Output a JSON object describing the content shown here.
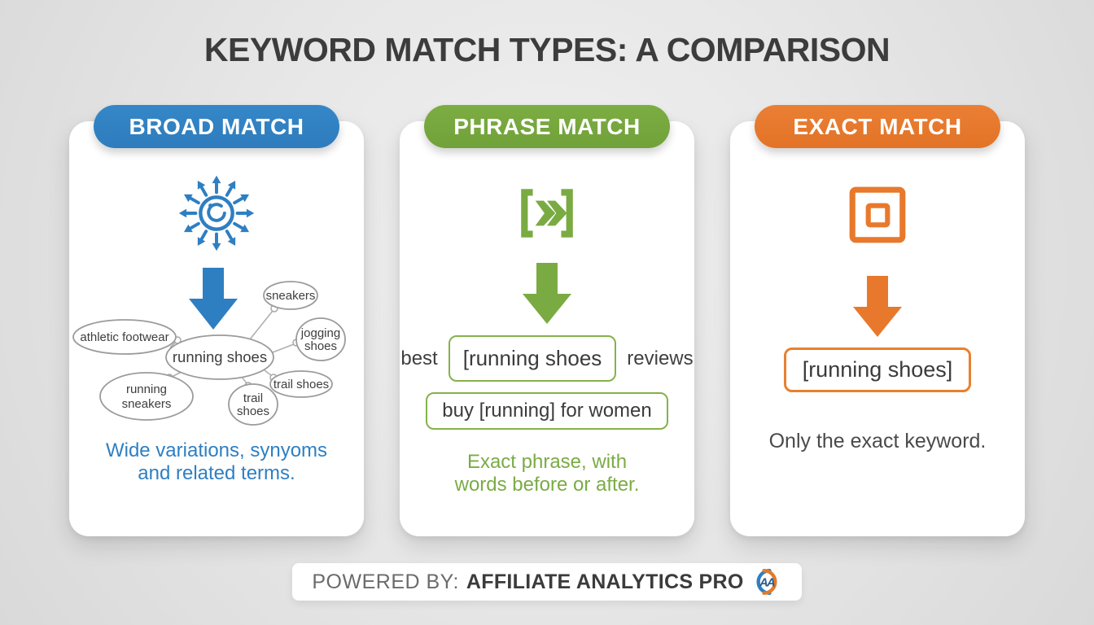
{
  "title": "KEYWORD MATCH TYPES: A COMPARISON",
  "colors": {
    "broad_blue": "#2e80c3",
    "phrase_green": "#77a93e",
    "exact_orange": "#e8792c"
  },
  "cards": {
    "broad": {
      "label": "BROAD MATCH",
      "icon": "radiating-arrows-icon",
      "bubbles": {
        "center": "running shoes",
        "athletic": "athletic footwear",
        "sneakers": "sneakers",
        "jogging": [
          "jogging",
          "shoes"
        ],
        "trail_right": "trail shoes",
        "trail_bottom": [
          "trail",
          "shoes"
        ],
        "running_sneakers": [
          "running",
          "sneakers"
        ]
      },
      "description": [
        "Wide variations, synyoms",
        "and related terms."
      ]
    },
    "phrase": {
      "label": "PHRASE MATCH",
      "icon": "bracket-chevrons-icon",
      "example_before": "best",
      "example_keyword": "[running shoes",
      "example_after": "reviews",
      "example_phrase": "buy [running] for women",
      "description": [
        "Exact phrase, with",
        "words before or after."
      ]
    },
    "exact": {
      "label": "EXACT MATCH",
      "icon": "nested-squares-icon",
      "keyword": "[running shoes]",
      "description": "Only the exact keyword."
    }
  },
  "footer": {
    "powered_by": "POWERED BY:",
    "brand": "AFFILIATE ANALYTICS PRO",
    "logo_text": "AA"
  }
}
